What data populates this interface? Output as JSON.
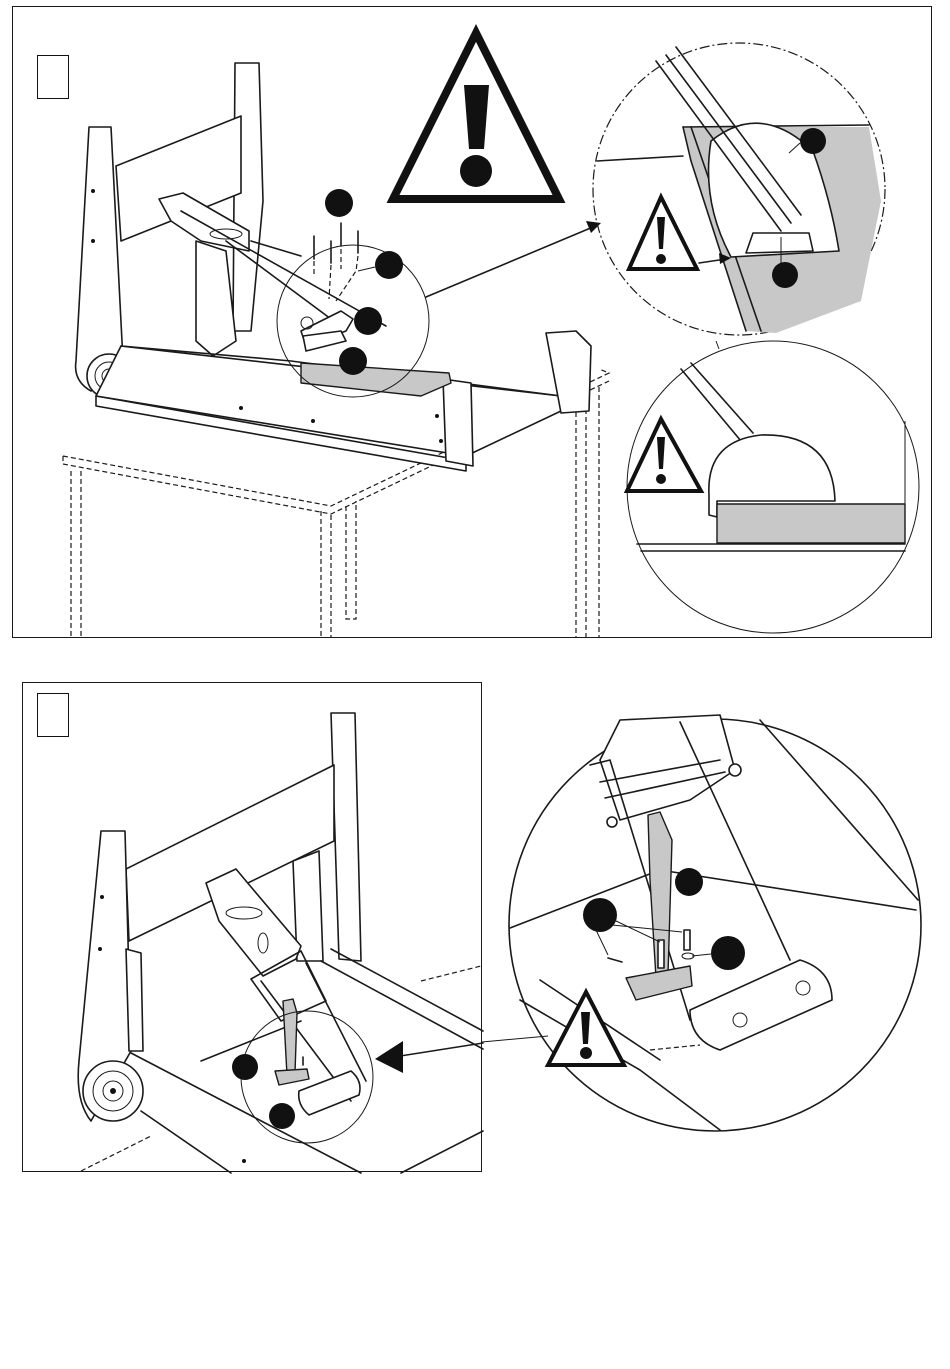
{
  "document": {
    "type": "assembly-instructions",
    "steps": [
      {
        "id": "step-1",
        "number_label": "",
        "callouts": [
          "",
          "",
          "",
          ""
        ],
        "warning_symbols": 3,
        "detail_views": 2
      },
      {
        "id": "step-2",
        "number_label": "",
        "callouts": [
          "",
          ""
        ],
        "warning_symbols": 1,
        "detail_views": 1
      }
    ],
    "colors": {
      "line": "#1a1a1a",
      "part_highlight": "#c8c8c8",
      "callout": "#111111",
      "background": "#ffffff"
    },
    "icons": {
      "warning": "warning-triangle-icon",
      "callout": "callout-dot"
    }
  }
}
